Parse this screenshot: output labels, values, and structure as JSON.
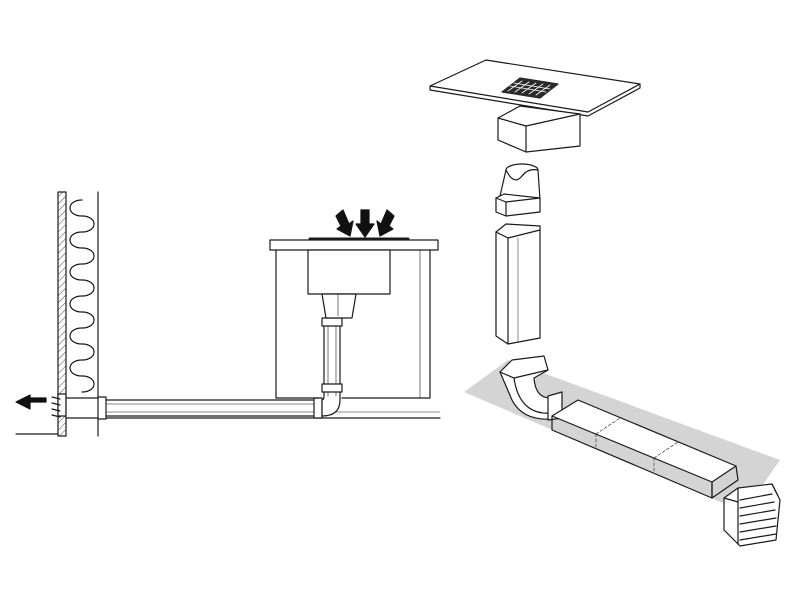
{
  "diagram": {
    "type": "technical-line-drawing",
    "style": "black outline on white",
    "views": [
      {
        "name": "installation-section-view",
        "components": [
          "wall-with-insulation",
          "kitchen-counter",
          "downdraft-hob",
          "downdraft-unit",
          "pipe-duct-run",
          "pipe-elbow",
          "wall-outlet",
          "air-intake-arrows",
          "exhaust-arrow"
        ]
      },
      {
        "name": "exploded-duct-kit-view",
        "components": [
          "hob-panel",
          "hob-grille",
          "transition-box",
          "round-to-flat-adapter",
          "vertical-flat-duct",
          "90-degree-bend",
          "flat-duct-straight",
          "wall-box-with-louvres",
          "floor-shadow"
        ]
      }
    ]
  },
  "colors": {
    "line": "#1a1a1a",
    "fill": "#ffffff",
    "shadow": "#d4d4d4",
    "grille": "#2a2a2a",
    "arrow": "#111111"
  }
}
